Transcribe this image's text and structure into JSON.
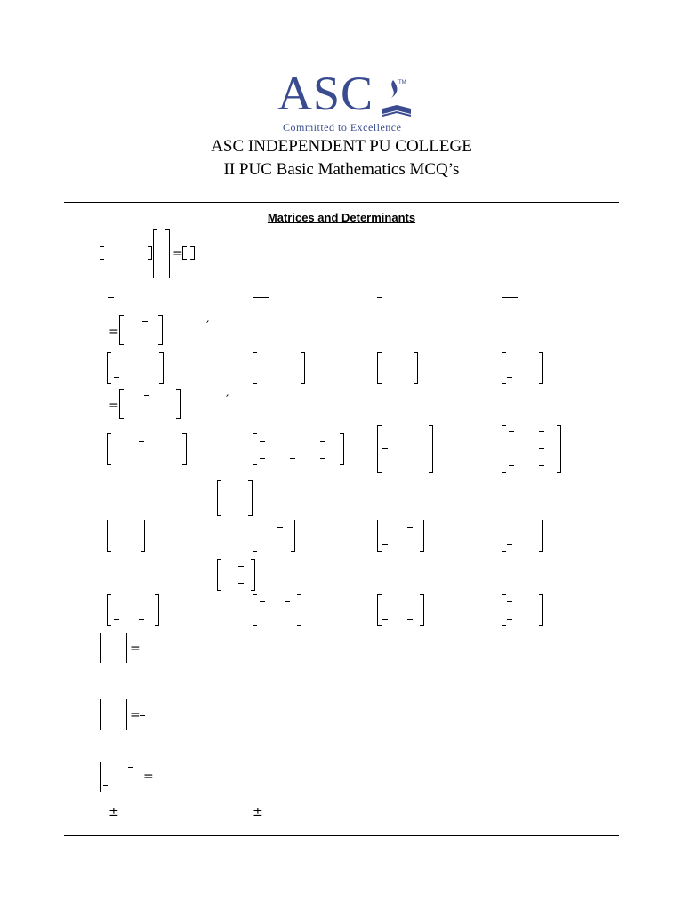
{
  "logo": {
    "text": "ASC",
    "tm": "TM",
    "tagline": "Committed to Excellence",
    "color": "#3a4b8f"
  },
  "header": {
    "college": "ASC INDEPENDENT PU COLLEGE",
    "subtitle": "II PUC Basic Mathematics MCQ’s"
  },
  "section": {
    "title": "Matrices and Determinants"
  },
  "symbols": {
    "equals": "=",
    "prime": "′",
    "plus_minus": "±"
  }
}
